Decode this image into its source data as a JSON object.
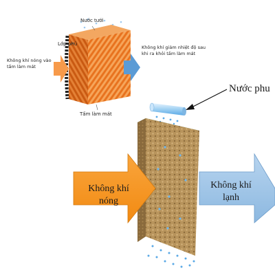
{
  "top_diagram": {
    "water_label": "Nước tưới",
    "cover_label": "Lớp phủ",
    "hot_air_in_line1": "Không khí nóng vào",
    "hot_air_in_line2": "tấm làm mát",
    "cooled_air_line1": "Không khí giảm nhiệt độ sau",
    "cooled_air_line2": "khi ra khỏi tấm làm mát",
    "pad_label": "Tấm làm mát"
  },
  "bottom_diagram": {
    "water_label": "Nước phu",
    "hot_air_line1": "Không khí",
    "hot_air_line2": "nóng",
    "cold_air_line1": "Không khí",
    "cold_air_line2": "lạnh"
  },
  "colors": {
    "hot_arrow": "#f7931e",
    "cold_arrow": "#9dc3e6",
    "pad_orange": "#e8731f",
    "pad_tan": "#b8945c",
    "water_blue": "#5aa9e6"
  },
  "icons": [
    "water-pipe-icon",
    "hot-air-arrow-icon",
    "cold-air-arrow-icon"
  ]
}
